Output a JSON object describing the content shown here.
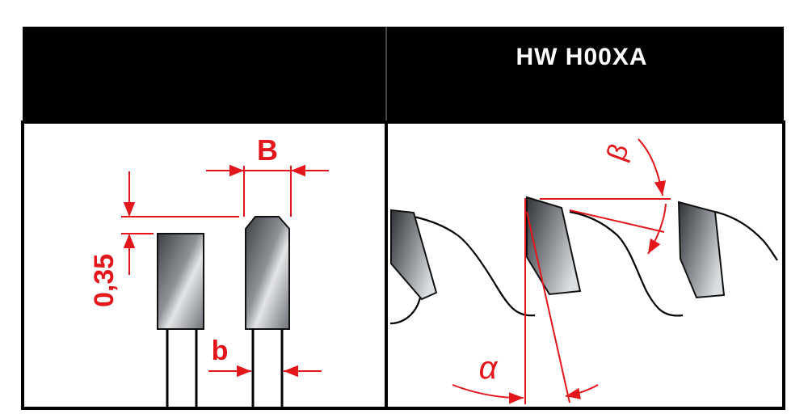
{
  "header": {
    "left_title": "",
    "right_title": "HW H00XA"
  },
  "left_panel": {
    "dim_width_label": "B",
    "dim_height_label": "0,35",
    "dim_body_label": "b"
  },
  "right_panel": {
    "angle_alpha_label": "α",
    "angle_beta_label": "β"
  },
  "colors": {
    "dimension": "#e3161c",
    "frame": "#000000",
    "tooth_dark": "#3a3d42",
    "tooth_light": "#d9dcde"
  }
}
